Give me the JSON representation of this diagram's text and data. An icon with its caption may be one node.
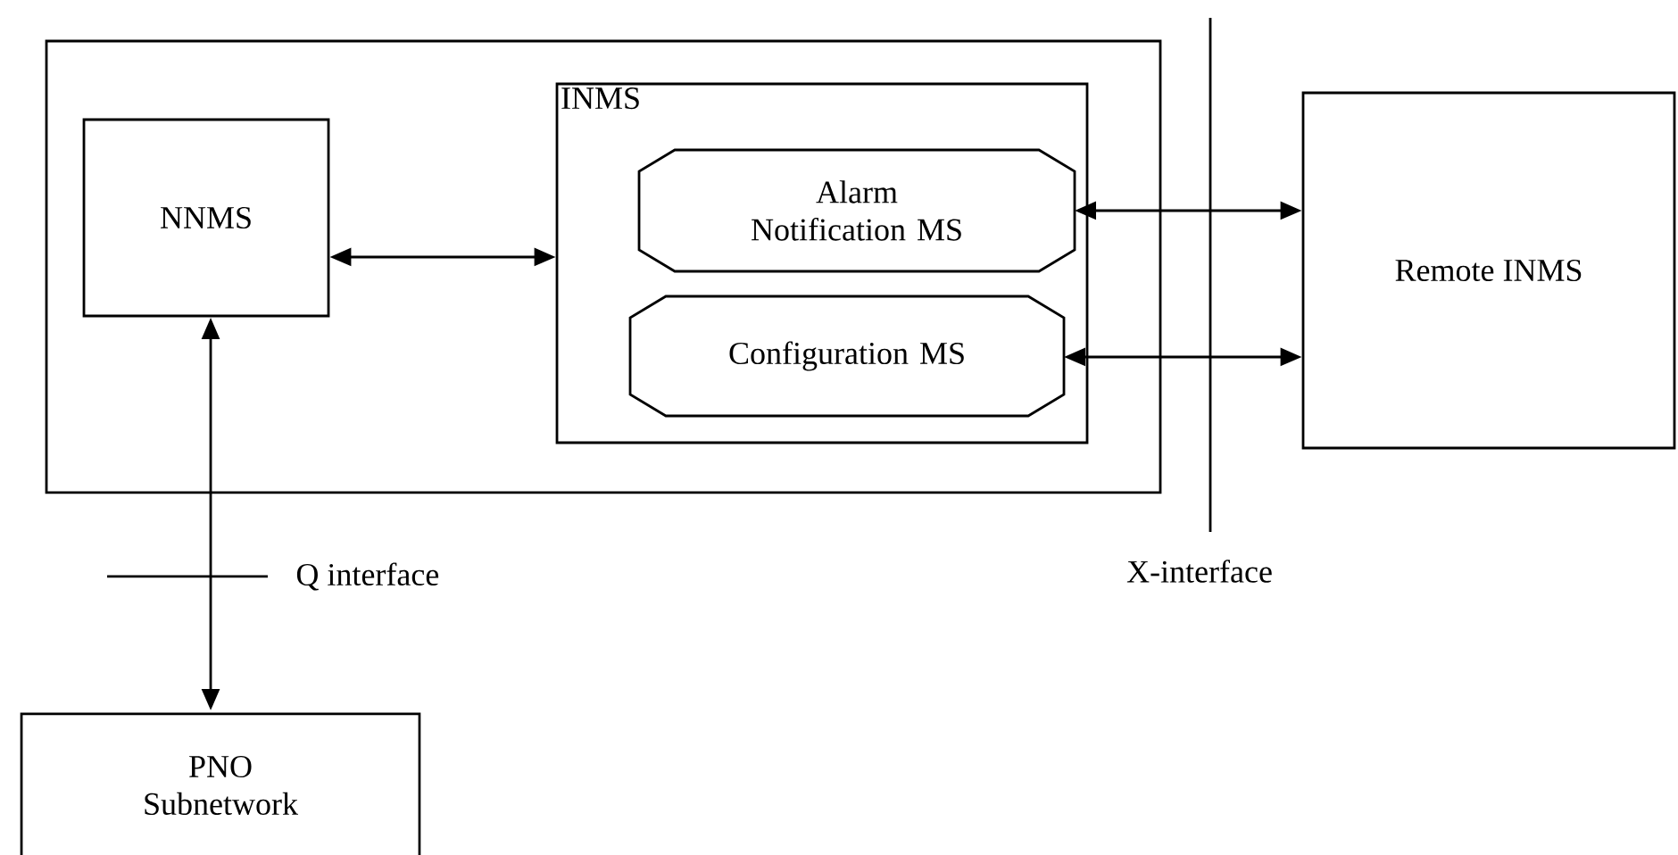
{
  "diagram": {
    "nodes": [
      {
        "text": [],
        "shape": "box"
      },
      {
        "text": [
          "NNMS"
        ],
        "in": 0
      },
      {
        "text": [
          "INMS"
        ],
        "in": 0
      },
      {
        "text": [
          "Alarm Notification MS"
        ],
        "in": 2
      },
      {
        "text": [
          "Configuration MS"
        ],
        "in": 2
      },
      {
        "text": [
          "Remote INMS"
        ]
      },
      {
        "text": [
          "PNO Subnetwork"
        ]
      }
    ],
    "edges": [
      {
        "from": 1,
        "to": 2,
        "arrow": "both"
      },
      {
        "from": 3,
        "to": 5,
        "arrow": "both"
      },
      {
        "from": 4,
        "to": 5,
        "arrow": "both"
      },
      {
        "from": 6,
        "to": 1,
        "arrow": "both"
      }
    ],
    "labels": [
      "Q interface",
      "X-interface"
    ]
  }
}
